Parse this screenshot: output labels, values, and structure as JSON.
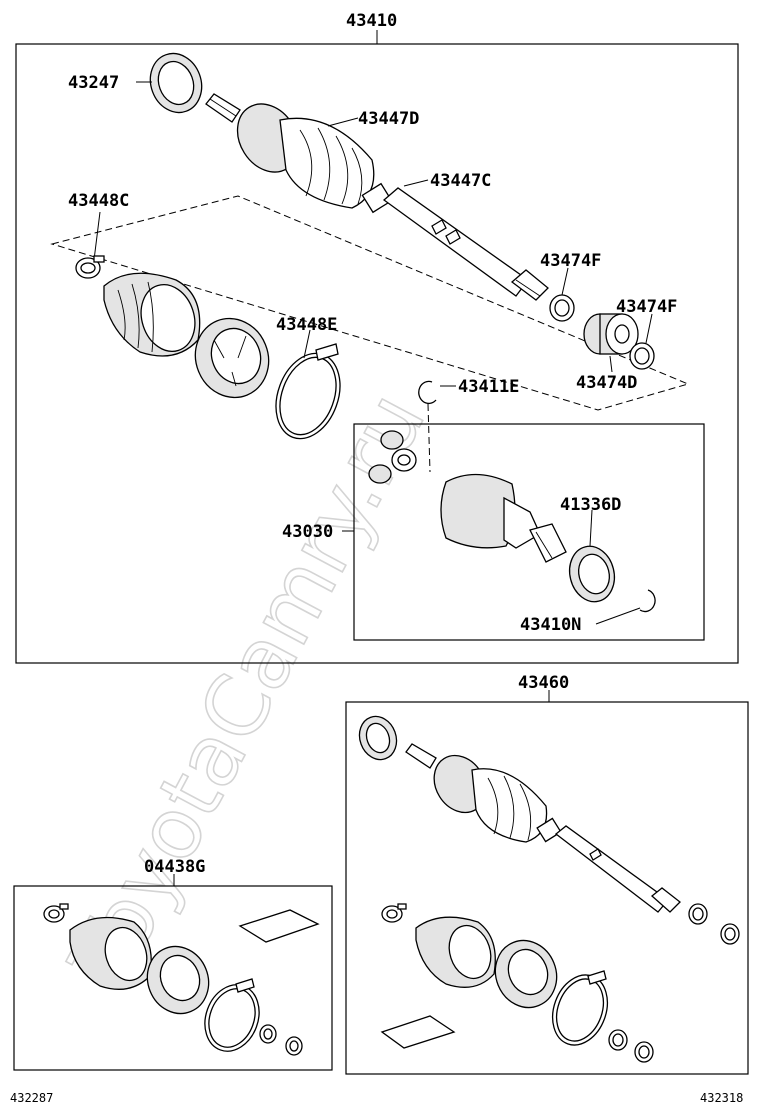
{
  "watermark": "ToyotaCamry.ru",
  "labels": {
    "assy_front": "43410",
    "seal_outer": "43247",
    "boot_outer": "43447D",
    "boot_inner": "43447C",
    "clamp_small": "43448C",
    "damper_ring_1": "43474F",
    "damper_ring_2": "43474F",
    "damper": "43474D",
    "band": "43448E",
    "snap_ring": "43411E",
    "joint_inner": "43030",
    "oil_seal": "41336D",
    "snap_ring_2": "43410N",
    "assy_rear": "43460",
    "boot_kit": "04438G"
  },
  "footer": {
    "ref_left": "432287",
    "ref_right": "432318"
  }
}
